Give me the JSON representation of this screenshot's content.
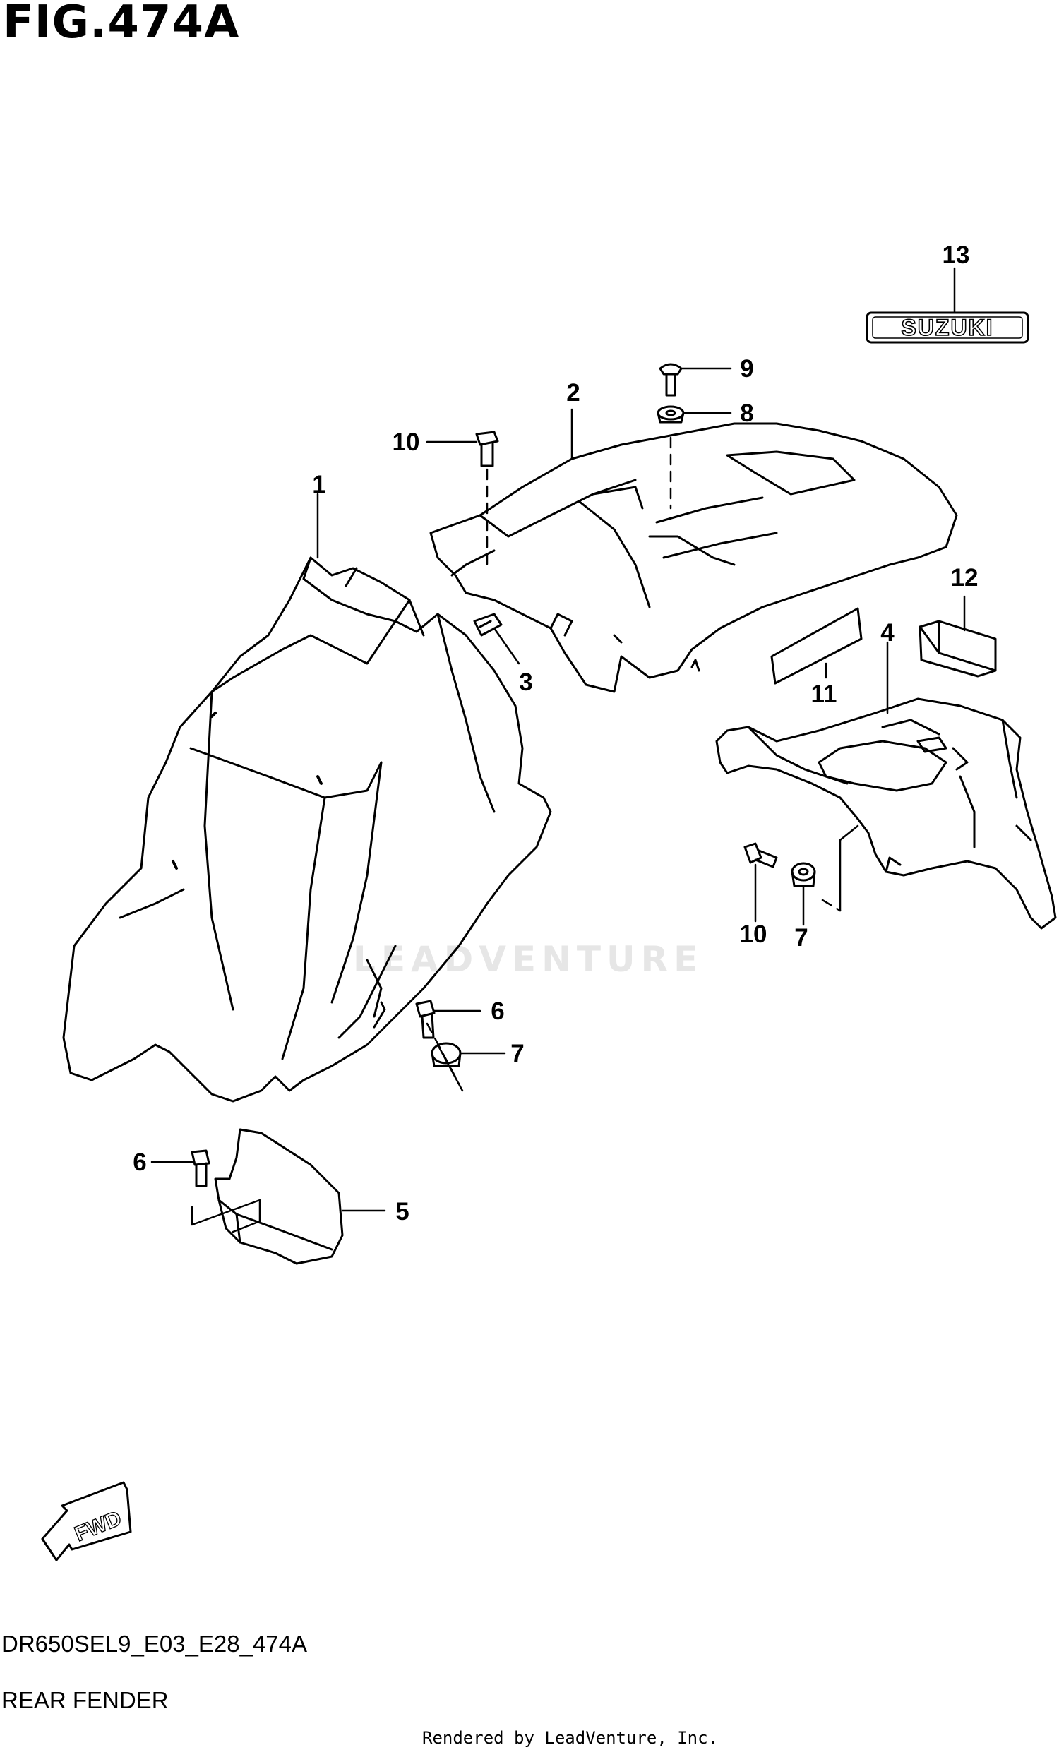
{
  "figure": {
    "title": "FIG.474A",
    "code": "DR650SEL9_E03_E28_474A",
    "subtitle": "REAR FENDER",
    "rendered_by": "Rendered by LeadVenture, Inc.",
    "watermark": "LEADVENTURE"
  },
  "callouts": [
    {
      "id": "callout-1",
      "label": "1"
    },
    {
      "id": "callout-2",
      "label": "2"
    },
    {
      "id": "callout-3",
      "label": "3"
    },
    {
      "id": "callout-4",
      "label": "4"
    },
    {
      "id": "callout-5",
      "label": "5"
    },
    {
      "id": "callout-6a",
      "label": "6"
    },
    {
      "id": "callout-6b",
      "label": "6"
    },
    {
      "id": "callout-7a",
      "label": "7"
    },
    {
      "id": "callout-7b",
      "label": "7"
    },
    {
      "id": "callout-8",
      "label": "8"
    },
    {
      "id": "callout-9",
      "label": "9"
    },
    {
      "id": "callout-10a",
      "label": "10"
    },
    {
      "id": "callout-10b",
      "label": "10"
    },
    {
      "id": "callout-11",
      "label": "11"
    },
    {
      "id": "callout-12",
      "label": "12"
    },
    {
      "id": "callout-13",
      "label": "13"
    }
  ],
  "emblem": {
    "text": "SUZUKI"
  },
  "direction_badge": {
    "text": "FWD"
  }
}
